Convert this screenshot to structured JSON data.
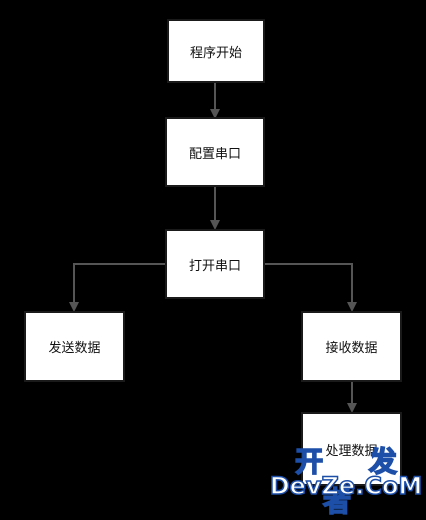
{
  "nodes": {
    "start": "程序开始",
    "config": "配置串口",
    "open": "打开串口",
    "send": "发送数据",
    "receive": "接收数据",
    "process": "处理数据"
  },
  "watermark": {
    "chinese": "开 发 者",
    "english": "DevZe.CoM"
  },
  "colors": {
    "background": "#000000",
    "node_fill": "#ffffff",
    "connector": "#555555",
    "watermark_outline": "#1d4fa8"
  }
}
